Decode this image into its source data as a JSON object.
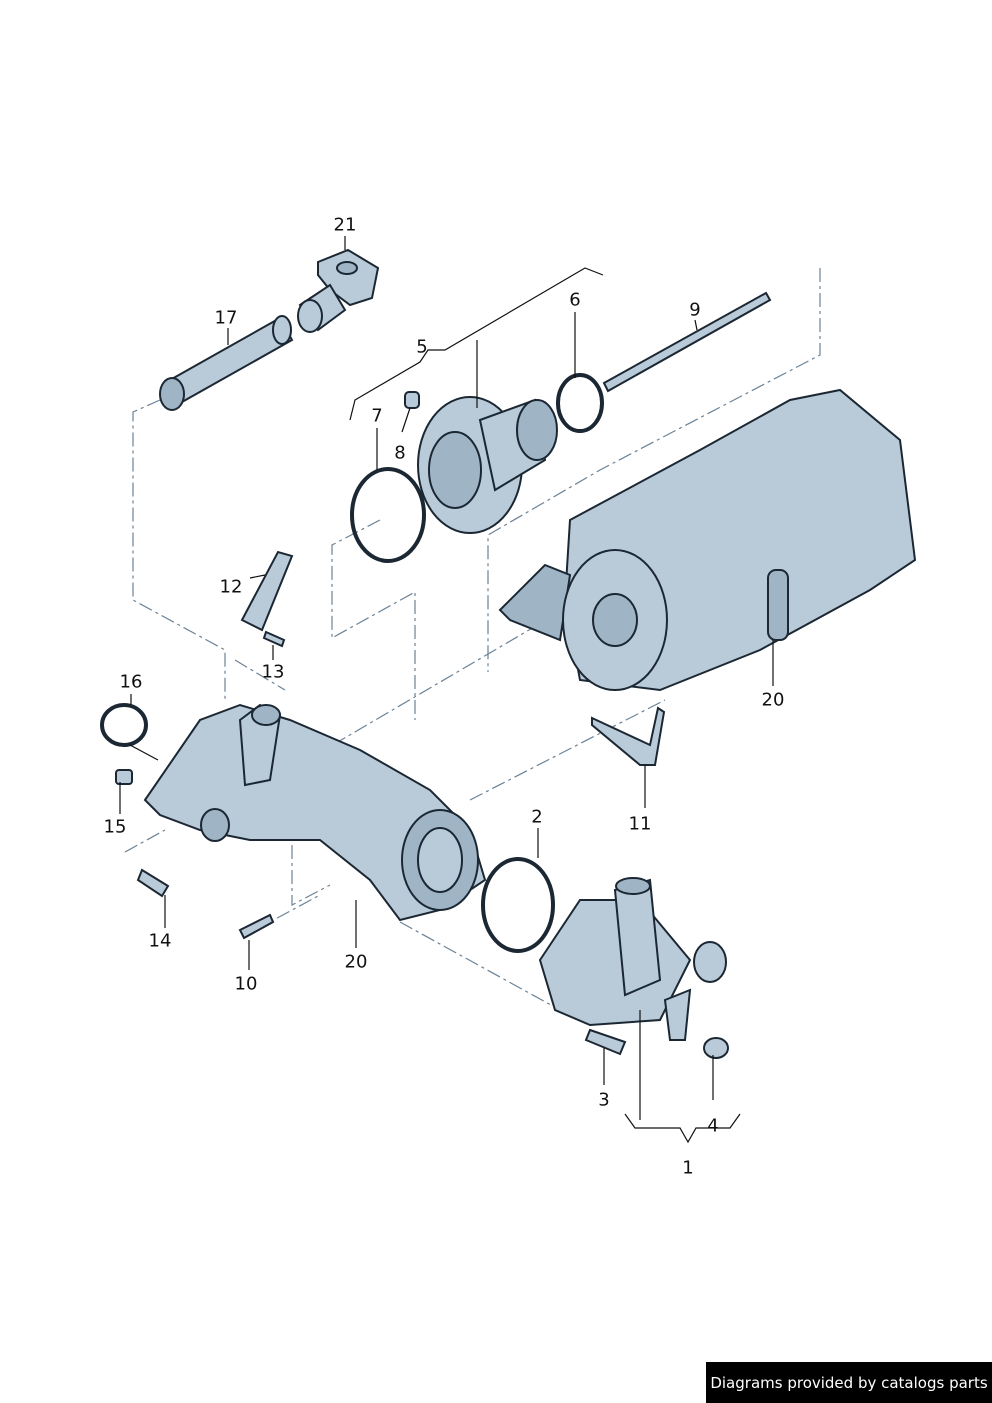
{
  "diagram": {
    "callouts": [
      "21",
      "17",
      "5",
      "6",
      "9",
      "7",
      "8",
      "12",
      "13",
      "16",
      "15",
      "20",
      "11",
      "2",
      "14",
      "10",
      "20",
      "3",
      "4",
      "1"
    ]
  },
  "footer": {
    "text": "Diagrams provided by catalogs parts"
  },
  "colors": {
    "part_fill": "#b9cbd9",
    "outline": "#1b2733",
    "footer_bg": "#000000"
  }
}
